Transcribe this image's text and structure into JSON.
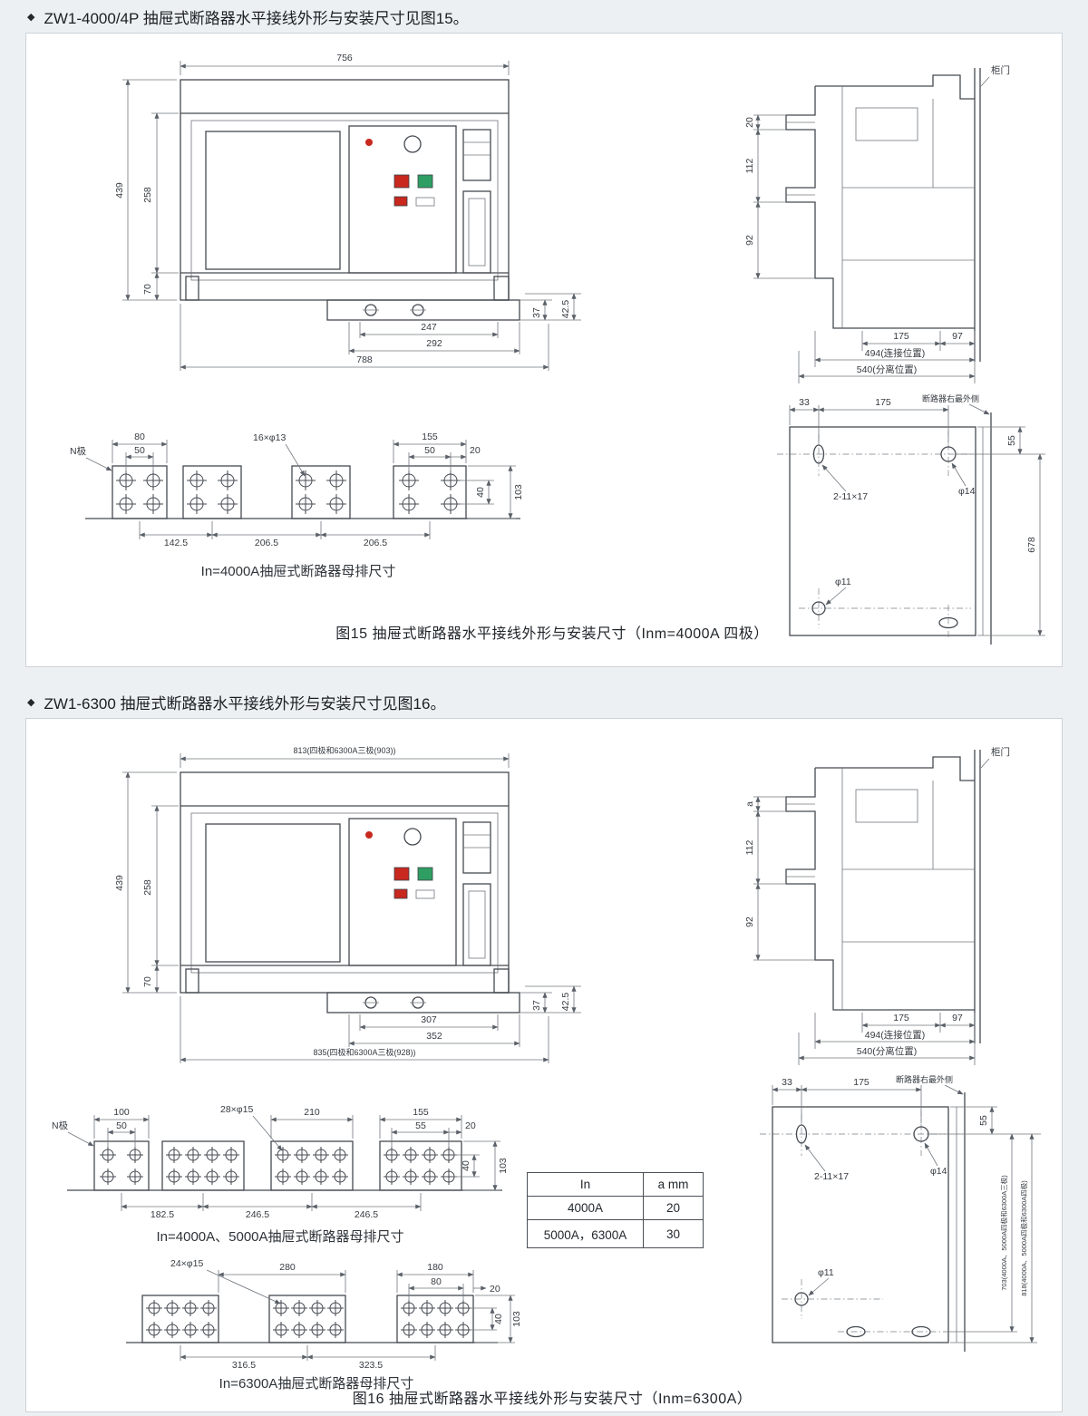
{
  "page": {
    "background": "#edf0f3",
    "panel_bg": "#ffffff",
    "line_color": "#454a51",
    "accent_red": "#c8281e",
    "accent_green": "#2f9e63"
  },
  "section15": {
    "bullet": "◆",
    "heading": "ZW1-4000/4P 抽屉式断路器水平接线外形与安装尺寸见图15。",
    "figure_caption": "图15 抽屉式断路器水平接线外形与安装尺寸（Inm=4000A 四极）",
    "front": {
      "top_width": "756",
      "height_total": "439",
      "height_inner": "258",
      "height_base": "70",
      "rail_offset": "37",
      "rail_offset2": "42.5",
      "bottom_w1": "247",
      "bottom_w2": "292",
      "bottom_w3": "788"
    },
    "side": {
      "door": "柜门",
      "d_top": "20",
      "d_mid": "112",
      "d_low": "92",
      "w_inner": "175",
      "w_edge": "97",
      "w_connected": "494(连接位置)",
      "w_separated": "540(分离位置)"
    },
    "busbar": {
      "n_pole": "N极",
      "pad_w": "80",
      "hole_pitch": "50",
      "holes": "16×φ13",
      "pad4_w": "155",
      "pad4_pitch": "50",
      "pad4_edge": "20",
      "row_pitch": "40",
      "pad_h": "103",
      "pitch1": "142.5",
      "pitch2": "206.5",
      "pitch3": "206.5",
      "caption": "In=4000A抽屉式断路器母排尺寸"
    },
    "mount": {
      "d_edge": "33",
      "d_pitch": "175",
      "edge_label": "断路器右最外侧",
      "slot_spec": "2-11×17",
      "hole_top": "φ14",
      "d_top": "55",
      "d_height": "678",
      "hole_bottom": "φ11"
    }
  },
  "section16": {
    "bullet": "◆",
    "heading": "ZW1-6300 抽屉式断路器水平接线外形与安装尺寸见图16。",
    "figure_caption": "图16 抽屉式断路器水平接线外形与安装尺寸（Inm=6300A）",
    "front": {
      "top_width": "813(四极和6300A三极(903))",
      "height_total": "439",
      "height_inner": "258",
      "height_base": "70",
      "rail_offset": "37",
      "rail_offset2": "42.5",
      "bottom_w1": "307",
      "bottom_w2": "352",
      "bottom_w3": "835(四极和6300A三极(928))"
    },
    "side": {
      "door": "柜门",
      "d_top": "a",
      "d_mid": "112",
      "d_low": "92",
      "w_inner": "175",
      "w_edge": "97",
      "w_connected": "494(连接位置)",
      "w_separated": "540(分离位置)"
    },
    "busbar1": {
      "n_pole": "N极",
      "pad_w": "100",
      "hole_pitch": "50",
      "holes": "28×φ15",
      "pad_mid_w": "210",
      "pad4_w": "155",
      "pad4_pitch": "55",
      "pad4_edge": "20",
      "row_pitch": "40",
      "pad_h": "103",
      "pitch1": "182.5",
      "pitch2": "246.5",
      "pitch3": "246.5",
      "caption": "In=4000A、5000A抽屉式断路器母排尺寸"
    },
    "busbar2": {
      "holes": "24×φ15",
      "span1": "280",
      "pad_w": "180",
      "hole_pitch": "80",
      "pad_edge": "20",
      "row_pitch": "40",
      "pad_h": "103",
      "pitch1": "316.5",
      "pitch2": "323.5",
      "caption": "In=6300A抽屉式断路器母排尺寸"
    },
    "table": {
      "header": [
        "In",
        "a mm"
      ],
      "rows": [
        [
          "4000A",
          "20"
        ],
        [
          "5000A，6300A",
          "30"
        ]
      ]
    },
    "mount": {
      "d_edge": "33",
      "d_pitch": "175",
      "edge_label": "断路器右最外侧",
      "slot_spec": "2-11×17",
      "hole_top": "φ14",
      "d_top": "55",
      "hole_bottom": "φ11",
      "d_height1": "703(4000A、5000A四极和6300A三极)",
      "d_height2": "818(4000A、5000A四极和6300A四极)"
    }
  }
}
